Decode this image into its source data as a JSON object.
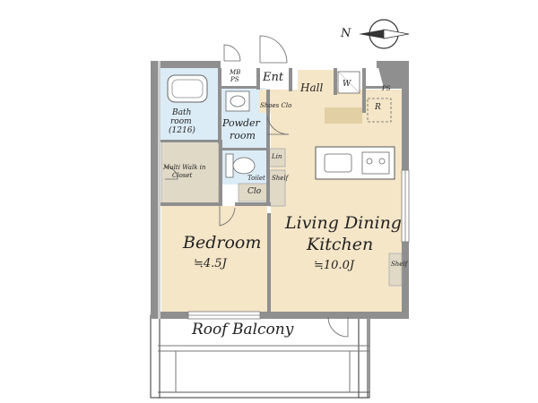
{
  "compass": {
    "north_label": "N"
  },
  "rooms": {
    "bedroom": {
      "name": "Bedroom",
      "size": "≒4.5J"
    },
    "ldk": {
      "name_line1": "Living Dining",
      "name_line2": "Kitchen",
      "size": "≒10.0J"
    },
    "powder": {
      "line1": "Powder",
      "line2": "room"
    },
    "bath": {
      "line1": "Bath",
      "line2": "room",
      "line3": "(1216)"
    },
    "entrance": "Ent",
    "hall": "Hall",
    "toilet": "Toilet",
    "closet": "Clo",
    "linen": "Lin",
    "walk_in_line1": "Multi Walk in",
    "walk_in_line2": "Closet",
    "shoes_closet": "Shoes Clo",
    "mb_ps_line1": "MB",
    "mb_ps_line2": "PS",
    "ps": "PS",
    "washer": "W",
    "fridge": "R",
    "shelf_small": "Shelf",
    "shelf_right": "Shelf",
    "balcony": "Roof Balcony"
  },
  "colors": {
    "wall": "#8f8f8f",
    "wall_dark": "#4a4a4a",
    "floor_wood": "#f5e6c8",
    "floor_wet": "#dcecf6",
    "closet": "#e0d9c6",
    "counter": "#e2cfa3",
    "balcony_wall": "#555555"
  }
}
